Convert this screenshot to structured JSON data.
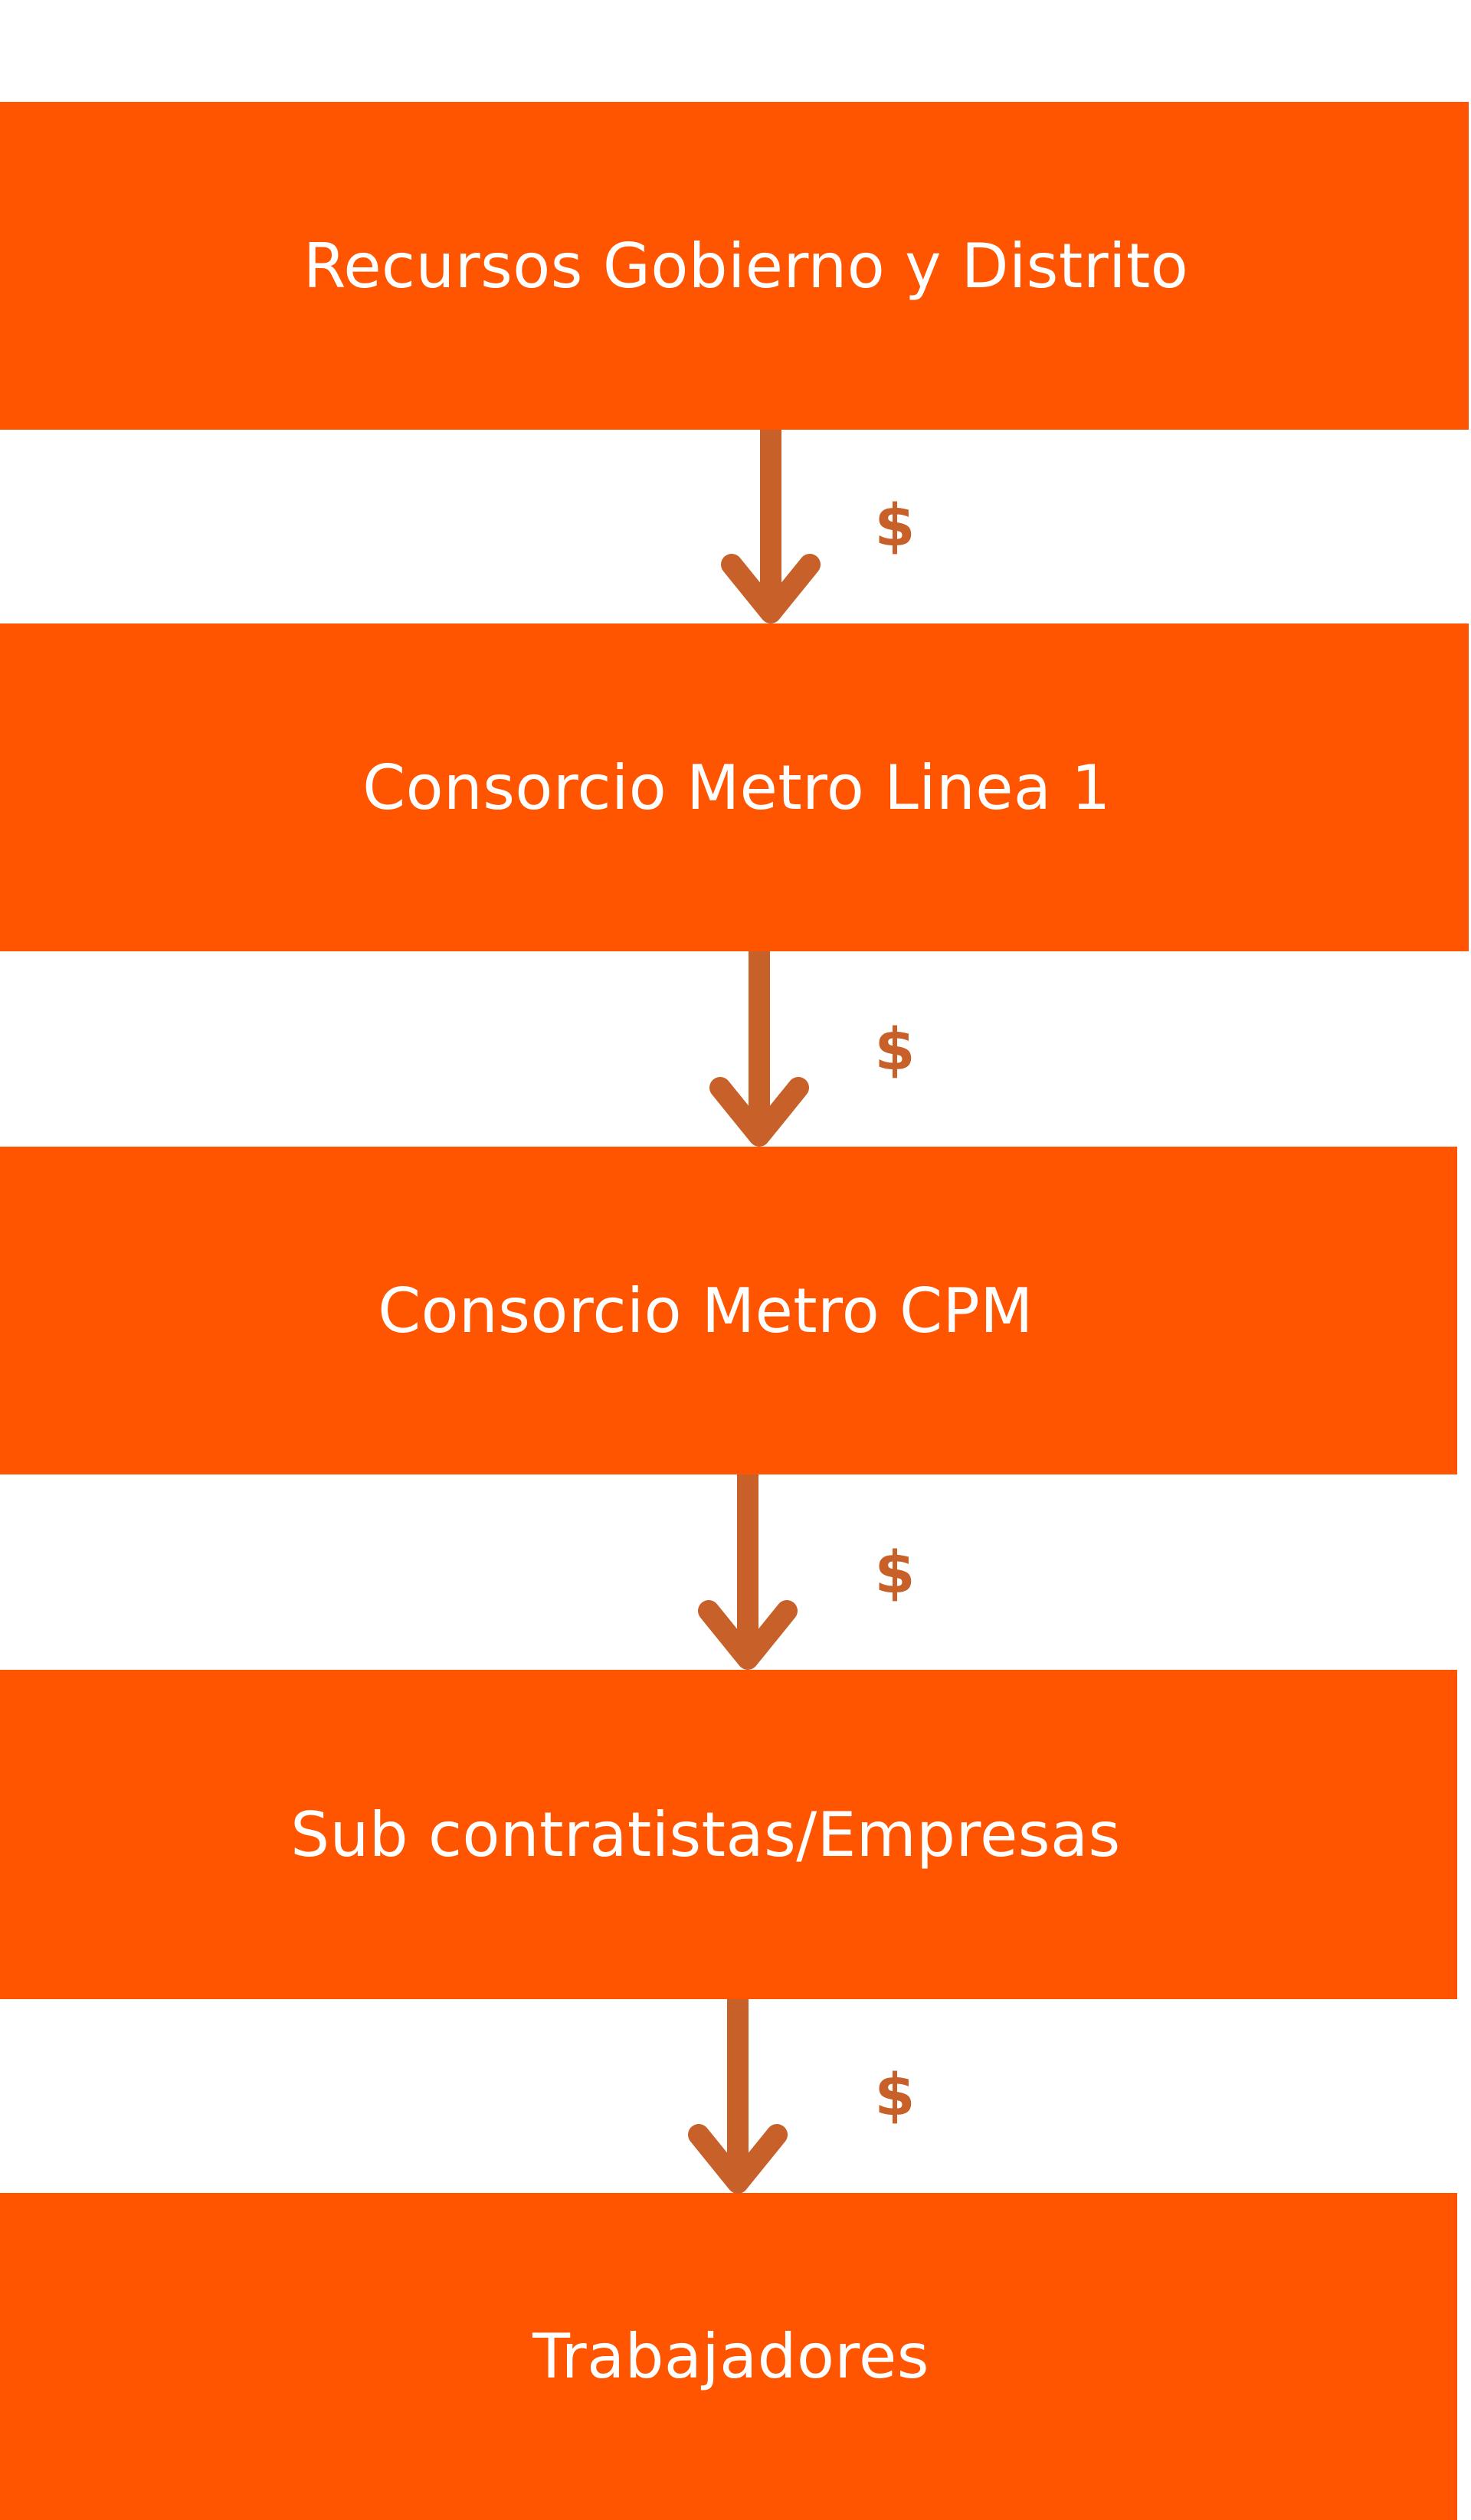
{
  "boxes": [
    {
      "label": "Recursos Gobierno y Distrito"
    },
    {
      "label": "Consorcio Metro Linea 1"
    },
    {
      "label": "Consorcio Metro CPM"
    },
    {
      "label": "Sub contratistas/Empresas"
    },
    {
      "label": "Trabajadores"
    }
  ],
  "connectors": [
    {
      "label": "$"
    },
    {
      "label": "$"
    },
    {
      "label": "$"
    },
    {
      "label": "$"
    }
  ],
  "colors": {
    "box_fill": "#FF5400",
    "box_text": "#FFFFFF",
    "arrow": "#C8602A",
    "background": "#FFFFFF"
  }
}
